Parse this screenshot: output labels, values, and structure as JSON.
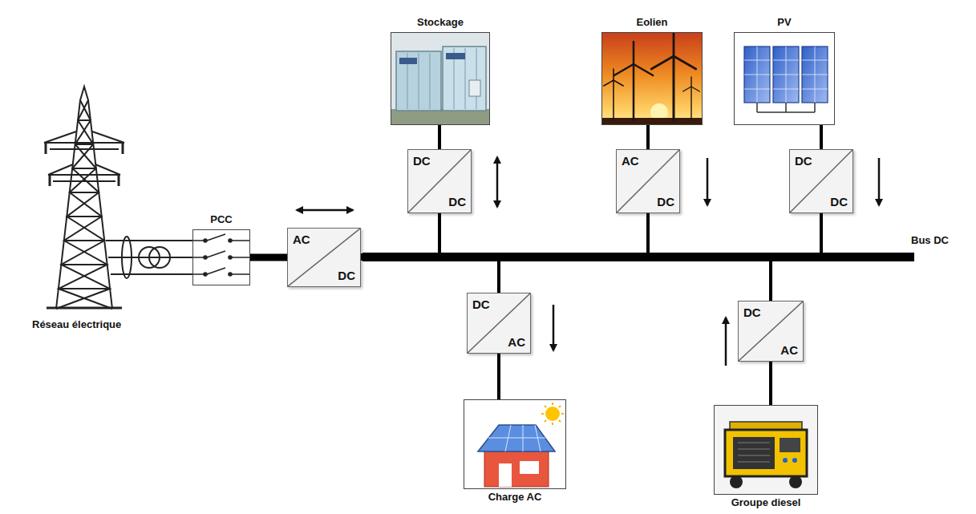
{
  "diagram": {
    "nodes": [
      {
        "text": [
          "Stockage"
        ]
      },
      {
        "text": [
          "Eolien"
        ]
      },
      {
        "text": [
          "PV"
        ]
      },
      {
        "text": [
          "DC",
          "DC"
        ]
      },
      {
        "text": [
          "AC",
          "DC"
        ]
      },
      {
        "text": [
          "DC",
          "DC"
        ]
      },
      {
        "text": [
          "PCC"
        ]
      },
      {
        "text": [
          "AC",
          "DC"
        ]
      },
      {
        "text": [
          "Bus DC"
        ]
      },
      {
        "text": [
          "DC",
          "AC"
        ]
      },
      {
        "text": [
          "DC",
          "AC"
        ]
      },
      {
        "text": [
          "Charge AC"
        ]
      },
      {
        "text": [
          "Groupe diesel"
        ]
      }
    ],
    "edges": [
      {
        "from": 0,
        "to": 3,
        "arrow": "none"
      },
      {
        "from": 1,
        "to": 4,
        "arrow": "none"
      },
      {
        "from": 2,
        "to": 5,
        "arrow": "none"
      },
      {
        "from": 3,
        "to": 8,
        "arrow": "none"
      },
      {
        "from": 4,
        "to": 8,
        "arrow": "none"
      },
      {
        "from": 5,
        "to": 8,
        "arrow": "none"
      },
      {
        "from": 6,
        "to": 7,
        "arrow": "none"
      },
      {
        "from": 7,
        "to": 8,
        "arrow": "none"
      },
      {
        "from": 8,
        "to": 9,
        "arrow": "none"
      },
      {
        "from": 9,
        "to": 11,
        "arrow": "none"
      },
      {
        "from": 12,
        "to": 10,
        "arrow": "none"
      },
      {
        "from": 10,
        "to": 8,
        "arrow": "none"
      }
    ],
    "labels": [
      "Réseau électrique"
    ]
  }
}
